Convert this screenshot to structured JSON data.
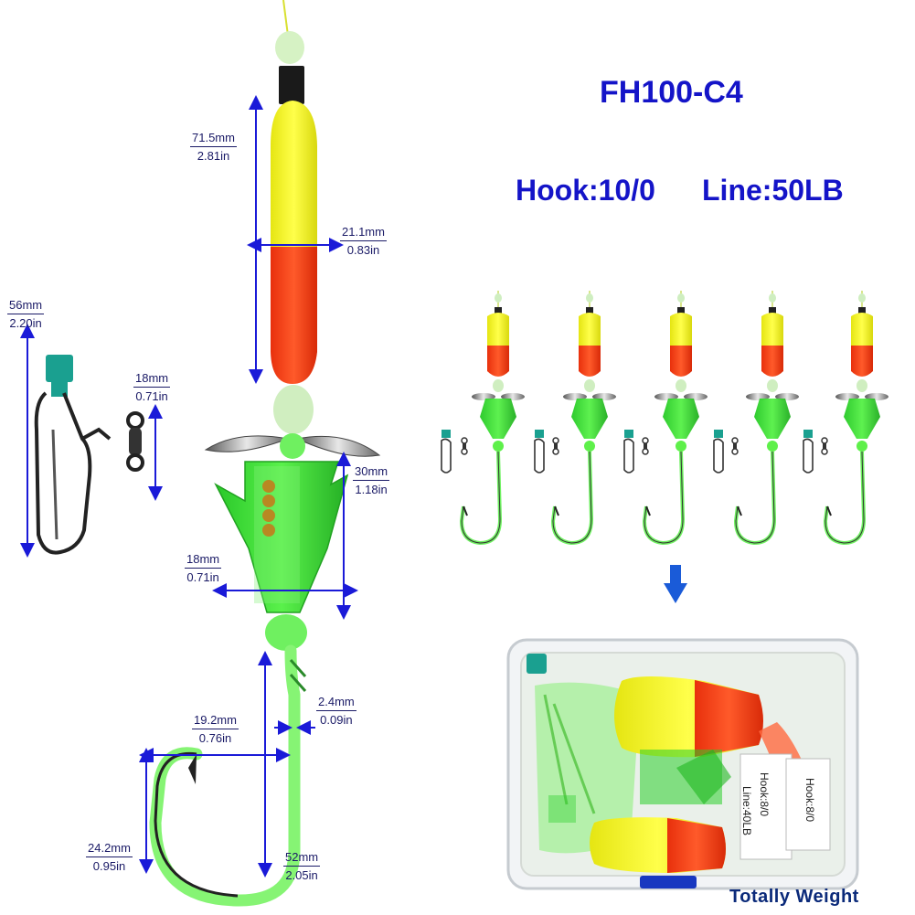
{
  "product": {
    "model": "FH100-C4",
    "hook_spec": "Hook:10/0",
    "line_spec": "Line:50LB",
    "footer": "Totally Weight"
  },
  "dimensions": {
    "float_length": {
      "mm": "71.5mm",
      "in": "2.81in"
    },
    "float_width": {
      "mm": "21.1mm",
      "in": "0.83in"
    },
    "snap_length": {
      "mm": "56mm",
      "in": "2.20in"
    },
    "swivel_length": {
      "mm": "18mm",
      "in": "0.71in"
    },
    "skirt_height": {
      "mm": "30mm",
      "in": "1.18in"
    },
    "skirt_width": {
      "mm": "18mm",
      "in": "0.71in"
    },
    "hook_wire": {
      "mm": "2.4mm",
      "in": "0.09in"
    },
    "hook_gap": {
      "mm": "19.2mm",
      "in": "0.76in"
    },
    "hook_point": {
      "mm": "24.2mm",
      "in": "0.95in"
    },
    "hook_length": {
      "mm": "52mm",
      "in": "2.05in"
    }
  },
  "box_labels": {
    "label_1": "Hook:8/0",
    "label_2": "Line:40LB",
    "label_3": "Hook:8/0"
  },
  "colors": {
    "title_blue": "#1414c8",
    "dimension_line": "#1a1ad8",
    "float_yellow": "#f2f21a",
    "float_red": "#ff3b12",
    "skirt_green": "#22e01c",
    "hook_green": "#7cf06a"
  }
}
